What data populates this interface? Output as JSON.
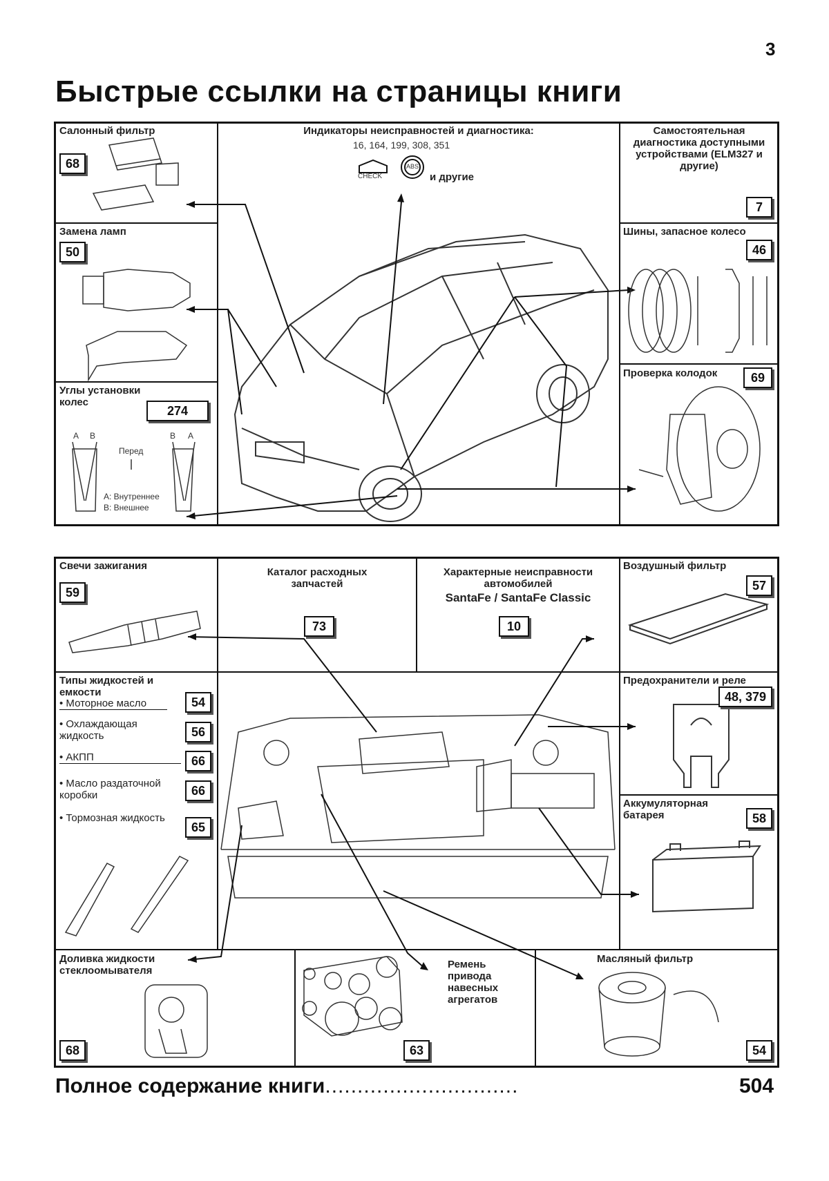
{
  "page_number": "3",
  "title": "Быстрые ссылки на страницы книги",
  "top_section": {
    "cabin_filter": {
      "label": "Салонный фильтр",
      "page": "68"
    },
    "indicators": {
      "label": "Индикаторы неисправностей и диагностика:",
      "pages": "16, 164, 199, 308, 351",
      "check_text": "CHECK",
      "abs_text": "ABS",
      "others": "и другие"
    },
    "self_diag": {
      "label": "Самостоятельная диагностика доступными устройствами (ELM327 и другие)",
      "page": "7"
    },
    "lamps": {
      "label": "Замена ламп",
      "page": "50"
    },
    "tires": {
      "label": "Шины, запасное колесо",
      "page": "46"
    },
    "pads": {
      "label": "Проверка колодок",
      "page": "69"
    },
    "wheel_alignment": {
      "label": "Углы установки колес",
      "page": "274",
      "front": "Перед",
      "inner": "A: Внутреннее",
      "outer": "B: Внешнее",
      "a": "A",
      "b": "B"
    }
  },
  "bottom_section": {
    "spark_plugs": {
      "label": "Свечи зажигания",
      "page": "59"
    },
    "catalog": {
      "label": "Каталог расходных запчастей",
      "page": "73"
    },
    "faults": {
      "label": "Характерные неисправности автомобилей",
      "models": "SantaFe / SantaFe Classic",
      "page": "10"
    },
    "air_filter": {
      "label": "Воздушный фильтр",
      "page": "57"
    },
    "fluids": {
      "label": "Типы жидкостей и емкости",
      "items": [
        {
          "name": "Моторное масло",
          "page": "54"
        },
        {
          "name": "Охлаждающая жидкость",
          "page": "56"
        },
        {
          "name": "АКПП",
          "page": "66"
        },
        {
          "name": "Масло раздаточной коробки",
          "page": "66"
        },
        {
          "name": "Тормозная жидкость",
          "page": "65"
        }
      ]
    },
    "fuses": {
      "label": "Предохранители и реле",
      "page": "48, 379"
    },
    "battery": {
      "label": "Аккумуляторная батарея",
      "page": "58"
    },
    "washer": {
      "label": "Доливка жидкости стеклоомывателя",
      "page": "68"
    },
    "belt": {
      "label": "Ремень привода навесных агрегатов",
      "page": "63"
    },
    "oil_filter": {
      "label": "Масляный фильтр",
      "page": "54"
    }
  },
  "footer": {
    "label": "Полное содержание книги",
    "dots": "..............................",
    "page": "504"
  }
}
